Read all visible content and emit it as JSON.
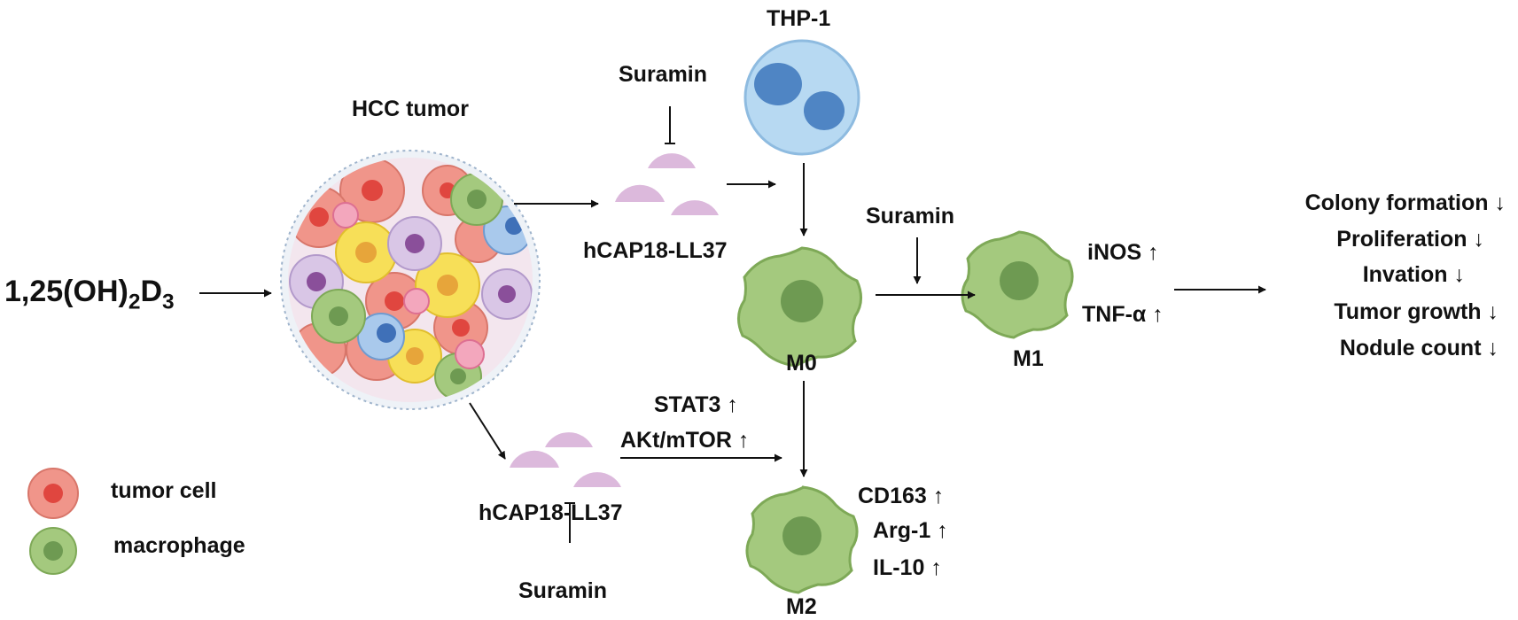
{
  "colors": {
    "tumor_cell": "#f0958a",
    "tumor_cell_nucleus": "#e0463f",
    "macrophage": "#a4c97e",
    "macrophage_nucleus": "#6e9a52",
    "monocyte": "#b7d9f2",
    "monocyte_nucleus": "#4f85c4",
    "peptide": "#dcb9dc",
    "arrow": "#111111"
  },
  "compound": {
    "prefix": "1,25(OH)",
    "sub1": "2",
    "mid": "D",
    "sub2": "3"
  },
  "col0": {
    "tumor_title": "HCC tumor",
    "legend": {
      "tumor_cell": "tumor cell",
      "macrophage": "macrophage"
    }
  },
  "col1": {
    "suramin_top": "Suramin",
    "peptide_top": "hCAP18-LL37",
    "stat3": "STAT3",
    "akt": "AKt/mTOR",
    "peptide_bottom": "hCAP18-LL37",
    "suramin_bottom": "Suramin"
  },
  "col2": {
    "thp1": "THP-1",
    "m0": "M0",
    "m2": "M2",
    "m2_markers": [
      "CD163",
      "Arg-1",
      "IL-10"
    ]
  },
  "col3": {
    "suramin_mid": "Suramin",
    "m1": "M1",
    "m1_markers": [
      "iNOS",
      "TNF-α"
    ]
  },
  "col4": {
    "outcomes": [
      "Colony formation",
      "Proliferation",
      "Invation",
      "Tumor growth",
      "Nodule count"
    ]
  }
}
